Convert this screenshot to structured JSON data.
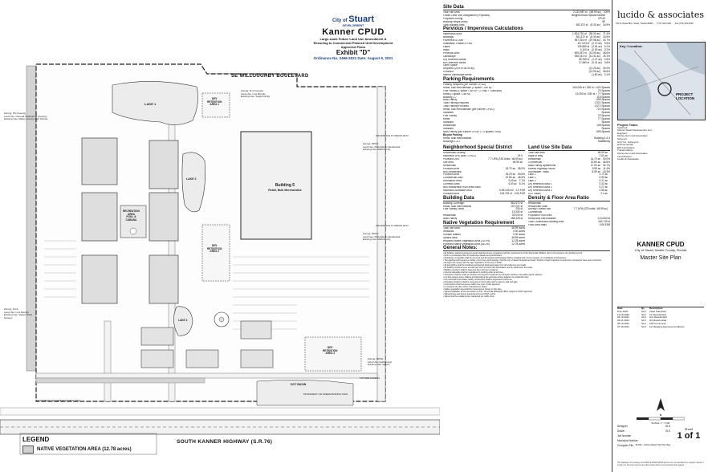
{
  "title_block": {
    "logo_line1": "City of",
    "logo_main": "Stuart",
    "logo_sub": "DEVELOPMENT",
    "project": "Kanner CPUD",
    "subtitle1": "Large-scale Future Land Use Amendment &",
    "subtitle2": "Rezoning to Commercial Planned Unit Development",
    "subtitle3": "Approved Plans",
    "exhibit": "Exhibit \"D\"",
    "ordinance": "Ordinance No. 2466-2021 Date: August 9, 2021"
  },
  "plan": {
    "road_north": "SE WILLOUGHBY BOULEVARD",
    "road_south": "SOUTH KANNER HIGHWAY (S.R.76)",
    "building5": [
      "Building 5",
      "Retail, Bulk Merchandise"
    ],
    "lake1": "LAKE 1",
    "lake2": "LAKE 2",
    "lake3": "LAKE 3",
    "dry_ret1": [
      "DRY",
      "RETENTION",
      "AREA 1"
    ],
    "dry_ret2": [
      "DRY",
      "RETENTION",
      "AREA 2"
    ],
    "dry_ret3": [
      "DRY",
      "RETENTION",
      "AREA 3"
    ],
    "rec_area": [
      "RECREATION",
      "AREA",
      "POOL &",
      "CABANA"
    ],
    "ex_zoning_north": "Zoning: R-4 (County)\nLand Use: Low Density\nExisting Use: Single Family",
    "ex_zoning_west": "Zoning: PS (County)\nLand Use: General Institutional (County)\nExisting Use: Martin County High School",
    "ex_zoning_east1": "Zoning: NPUD\nLand Use: Multi-Family Residential\nExisting Use: Multi-Family",
    "ex_zoning_east2": "Zoning: NPUD\nLand Use: Multi-Family Residential\nExisting Use: Multi-Family",
    "ex_zoning_sw": "Zoning: R-1A\nLand Use: Low Density\nExisting Use: Vacant Tract Nursery",
    "ex_zoning_se": "Zoning: NPUD\nLand Use: Institutional\nExisting Use: Vacant",
    "crossing_label1": "CROSSINGS AT INDIAN RUN",
    "crossing_label2": "CROSSINGS AT INDIAN RUN",
    "monument_sign1": "MONUMENT OR FREESTANDING SIGN",
    "monument_sign2": "MONUMENT OR FREESTANDING SIGN",
    "dot_basin": "DOT BASIN",
    "future_access": "FUTURE ACCESS",
    "legend_title": "LEGEND",
    "legend_item": "NATIVE VEGETATION AREA (12.78 acres)"
  },
  "site_data": {
    "title": "Site Data",
    "rows": [
      [
        "Total Site Area",
        "2,133,987 sf",
        "(48.99 ac)",
        "100%"
      ],
      [
        "Future Land Use Designation (Proposed)",
        "Neighborhood Special District",
        "",
        ""
      ],
      [
        "Proposed Zoning",
        "CPUD",
        "",
        ""
      ],
      [
        "Building Height (max)",
        "45'",
        "",
        ""
      ],
      [
        "Total Building Area",
        "361,572 sf",
        "(8.30 ac)",
        "16.9%"
      ]
    ]
  },
  "pervious": {
    "title": "Pervious / Impervious Calculations",
    "rows": [
      [
        "Impervious Area:",
        "1,524,730 sf",
        "(35.00 ac)",
        "71.4%"
      ],
      [
        "Buildings",
        "361,572 sf",
        "(8.30 ac)",
        "16.9%"
      ],
      [
        "Pavement & Curb",
        "957,294 sf",
        "(19.98 ac)",
        "40.7%"
      ],
      [
        "Sidewalks, Plazas & Pool",
        "117,024 sf",
        "(2.70 ac)",
        "5.5%"
      ],
      [
        "Lakes",
        "109,850 sf",
        "(2.51 ac)",
        "5.1%"
      ],
      [
        "Walls",
        "4,100 sf",
        "(0.09 ac)",
        "0.2%"
      ],
      [
        "Pervious Area:",
        "609,257 sf",
        "(13.99 ac)",
        "28.6%"
      ],
      [
        "Landscape",
        "536,242 sf",
        "(12.31 ac)",
        "25.1%"
      ],
      [
        "Dry Retention Areas",
        "55,335 sf",
        "(1.27 ac)",
        "2.6%"
      ],
      [
        "Bio Detention Areas",
        "17,680 sf",
        "(0.41 ac)",
        "0.8%"
      ],
      [
        "Open Space",
        "",
        "",
        ""
      ],
      [
        "Required (25% of 48.99 ac)",
        "",
        "(12.25 ac)",
        "25.0%"
      ],
      [
        "Provided",
        "",
        "(13.99 ac)",
        "28.6%"
      ],
      [
        "Interior Landscape Areas",
        "",
        "(1.50 ac)",
        "3.1%"
      ]
    ]
  },
  "parking_req": {
    "title": "Parking Requirements",
    "rows": [
      [
        "Parking Required (per Kanner CPUD)",
        ""
      ],
      [
        "Retail, bulk merchandise (1 space / 250 sf)",
        "163,049 sf / 250 sf = 624 Spaces"
      ],
      [
        "Fuel Facility (1 space / 250 sf + 2 / bay + 1/vacuum)",
        "20 Spaces"
      ],
      [
        "Retail (1 space / 250 sf)",
        "19,250 sf / 250 sf = 77 Spaces"
      ],
      [
        "Building 1-7",
        "118 Spaces"
      ],
      [
        "Multi-Family",
        "695 Spaces"
      ],
      [
        "Total Parking Required",
        "1,521 Spaces"
      ],
      [
        "Total Parking Provided",
        "1,672 Spaces"
      ]
    ],
    "provided": [
      [
        "Retail, bulk merchandise (per Kanner CPUD)",
        "720 Spaces"
      ],
      [
        "Standard",
        "Spaces"
      ],
      [
        "Fuel Facility",
        "20 Spaces"
      ],
      [
        "Retail",
        "77 Spaces"
      ],
      [
        "Standard",
        "Spaces"
      ],
      [
        "Residential",
        "108 Spaces"
      ],
      [
        "Standard",
        "Spaces"
      ],
      [
        "Multi-Family (per Kanner CPUD 1.71 spaces / unit)",
        "695 Spaces"
      ]
    ],
    "bicycle_title": "Bicycle Parking",
    "bicycle": [
      [
        "Retail, Bulk Merchandise",
        "Building 3 & 4"
      ],
      [
        "Buildings 1 & 2",
        "Multifamily"
      ]
    ]
  },
  "neighborhood": {
    "title": "Neighborhood Special District",
    "rows": [
      [
        "Residential Density:",
        "",
        ""
      ],
      [
        "Maximum UPA (Max. CPUD)",
        "15.0",
        ""
      ],
      [
        "Provided UPA",
        "7.7 UPA (378 Units / 48.99 ac)",
        ""
      ],
      [
        "Site Area",
        "48.99 ac",
        ""
      ],
      [
        "Residential",
        "",
        ""
      ],
      [
        "Provided Area",
        "18.70 ac",
        "38.0%"
      ],
      [
        "Non-Residential",
        "",
        ""
      ],
      [
        "Provided Area",
        "26.29 ac",
        "53.6%"
      ],
      [
        "Commercial Area",
        "22.80 ac",
        "46.6%"
      ],
      [
        "Recreation Area",
        "3.49 ac",
        "7.1%"
      ],
      [
        "Common Area",
        "4.00 ac",
        "8.1%"
      ],
      [
        "Non-Residential Floor Area Ratio",
        "",
        ""
      ],
      [
        "Maximum Allowable Area",
        "6,351,814 sf",
        "2.0 FAR"
      ],
      [
        "Provided Area",
        "163,749 sf",
        "0.06 FAR"
      ]
    ]
  },
  "land_use": {
    "title": "Land Use Site Data",
    "rows": [
      [
        "Total Site Area",
        "48.99 ac",
        ""
      ],
      [
        "Right of Way",
        "2.51 ac",
        ""
      ],
      [
        "Residential",
        "14.70 ac",
        "30.0%"
      ],
      [
        "Commercial",
        "22.80 ac",
        "46.6%"
      ],
      [
        "Multi-Family Apartments",
        "17.00 ac",
        "34.7%"
      ],
      [
        "Kanner Highway Parcel",
        "5.59 ac",
        "11.4%"
      ],
      [
        "Stormwater Tracts",
        "8.95 ac",
        "18.3%"
      ],
      [
        "Lake 1",
        "1.71 ac",
        ""
      ],
      [
        "Lake 2",
        "0.59 ac",
        ""
      ],
      [
        "Lake 3",
        "0.21 ac",
        ""
      ],
      [
        "Dry Retention Area 1",
        "0.42 ac",
        ""
      ],
      [
        "Dry Retention Area 2",
        "0.27 ac",
        ""
      ],
      [
        "Dry Retention Area 3",
        "0.58 ac",
        ""
      ],
      [
        "DOT Basin",
        "2.4 ac",
        ""
      ]
    ]
  },
  "building_data": {
    "title": "Building Data",
    "rows": [
      [
        "Building Coverage:",
        "361,572 sf",
        ""
      ],
      [
        "Retail, Bulk Merchandise",
        "157,021 sf",
        ""
      ],
      [
        "Fuel Facility Office",
        "290 sf",
        ""
      ],
      [
        "",
        "19,250 sf",
        ""
      ],
      [
        "Residential",
        "25,000 sf",
        ""
      ],
      [
        "Multi-Family",
        "168,428 sf",
        ""
      ]
    ]
  },
  "density": {
    "title": "Density & Floor Area Ratio",
    "rows": [
      [
        "Residential",
        "",
        ""
      ],
      [
        "Residential Units",
        "",
        ""
      ],
      [
        "Density Overall Site",
        "7.7 UPA (378 units / 48.99 ac)",
        ""
      ],
      [
        "Commercial",
        "",
        ""
      ],
      [
        "Proposed Floor Area",
        "",
        ""
      ],
      [
        "Retail Bulk Merchandise",
        "",
        "1,10,563 sf"
      ],
      [
        "Total Commercial Building Area",
        "",
        "163,749 sf"
      ],
      [
        "Floor Area Ratio",
        "",
        "0.06 FAR"
      ]
    ]
  },
  "native_veg": {
    "title": "Native Vegetation Requirement",
    "rows": [
      [
        "Total Site Area:",
        "48.99 acres"
      ],
      [
        "Wetlands",
        "0.00 acres"
      ],
      [
        "Surface Waters",
        "0.00 acres"
      ],
      [
        "Upland Area",
        "48.99 acres"
      ],
      [
        "Required Native Vegetation Area (25.0%)",
        "12.25 acres"
      ],
      [
        "Provided Native Vegetation Area (26.1%)",
        "12.78 acres"
      ]
    ]
  },
  "general_notes": {
    "title": "General Notes:",
    "items": [
      "All building, parking and access areas shall document compliance with the requirements of the Stormwater Bulletin prior to the issuance of a building permit.",
      "Refer to Landscape Plan for landscape details and specifications.",
      "Pedestrian crosswalks shall be removed and all required landscaping shall be installed prior to the issuance of a Certificate of Occupancy.",
      "The applicant will request a rooftop, prior to any land clearing, that the City of Stuart Development Dept. Perform a field inspection to determine if properties have been protected.",
      "All signs will comply with the sign regulations of the City of Stuart.",
      "All site lighting shall be shielded and directed downward away from all residences and roads.",
      "All building numbers to be at least four foot (4) inches tall, illuminated, and be visible from the street.",
      "Building numbers shall be placed at front and rear entrances.",
      "Internal sidewalks shall be maintained in working order at all times.",
      "Provisions shall be made to minimize the deposit of sediment by transport vehicles onto public paved surfaces.",
      "A 4-foot opaque fence shall be provided along the perimeter where adjacent to residential uses.",
      "Any Interstate Stormwater facility construction shall be inspected at all times.",
      "Dumpster locations shall be screened on three sides with a masonry wall and gate.",
      "Construction shall commence within one year of plan approval.",
      "A complete site plan will be submitted per phase.",
      "Native vegetation area shall be preserved as shown on this plan.",
      "Signal installation at the intersection of S.R. 76 and SE Willoughby Blvd. subject to FDOT approval.",
      "Signal timing and access improvements per FDOT permit.",
      "Signal shall be installed when warranted per traffic study."
    ]
  },
  "consultant": {
    "name": "lucido & associates",
    "address": "701 E Ocean Blvd, Stuart, Florida 34994",
    "phone": "(772) 220-2100",
    "fax": "Fax (772) 223-0220"
  },
  "key_map": {
    "title": "Key / Location:",
    "marker": "PROJECT LOCATION"
  },
  "project_team": {
    "title": "Project Team:",
    "lines": [
      "Applicant:",
      "Kanner Stuart Development LLC",
      "Engineer:",
      "Kimley-Horn and Associates",
      "Surveyor:",
      "GCY Inc. Surveyors",
      "Environmental:",
      "EW Consultants",
      "Transportation:",
      "Kimley-Horn and Associates",
      "Land Planner:",
      "Lucido & Associates"
    ]
  },
  "project": {
    "name": "KANNER CPUD",
    "location": "City of Stuart, Martin County, Florida",
    "sheet_title": "Master Site Plan"
  },
  "revisions": {
    "headers": [
      "Date",
      "By",
      "Description"
    ],
    "rows": [
      [
        "8.21.2020",
        "SLS",
        "Initial Submittal"
      ],
      [
        "12.18.2020",
        "SLS",
        "1st Resubmittal"
      ],
      [
        "03.19.2021",
        "SLS",
        "2nd Resubmittal"
      ],
      [
        "04.21.2021",
        "SLS",
        "3rd Resubmittal"
      ],
      [
        "05.13.2021",
        "SLS",
        "LPA Comments"
      ],
      [
        "07.30.2021",
        "SLS",
        "1st Reading Approval Conditions"
      ]
    ]
  },
  "scale": {
    "label": "SCALE: 1\" = 100'",
    "north": "N"
  },
  "meta": {
    "designer_label": "Designer",
    "designer": "SLS",
    "drawn_label": "Drawn",
    "drawn": "SLS",
    "job_label": "Job Number",
    "job": "",
    "municipal_label": "Municipal Number",
    "municipal": "",
    "computer_label": "Computer File",
    "computer": "19-635 - Costco Master Site Plan.dwg"
  },
  "sheet": {
    "label": "Sheet",
    "value": "1 of 1"
  },
  "footnote": "This drawing is the property of LUCIDO & ASSOCIATES and is not to be reproduced or copied in whole or in part. It is not to be used on any other project and is to be returned upon request."
}
